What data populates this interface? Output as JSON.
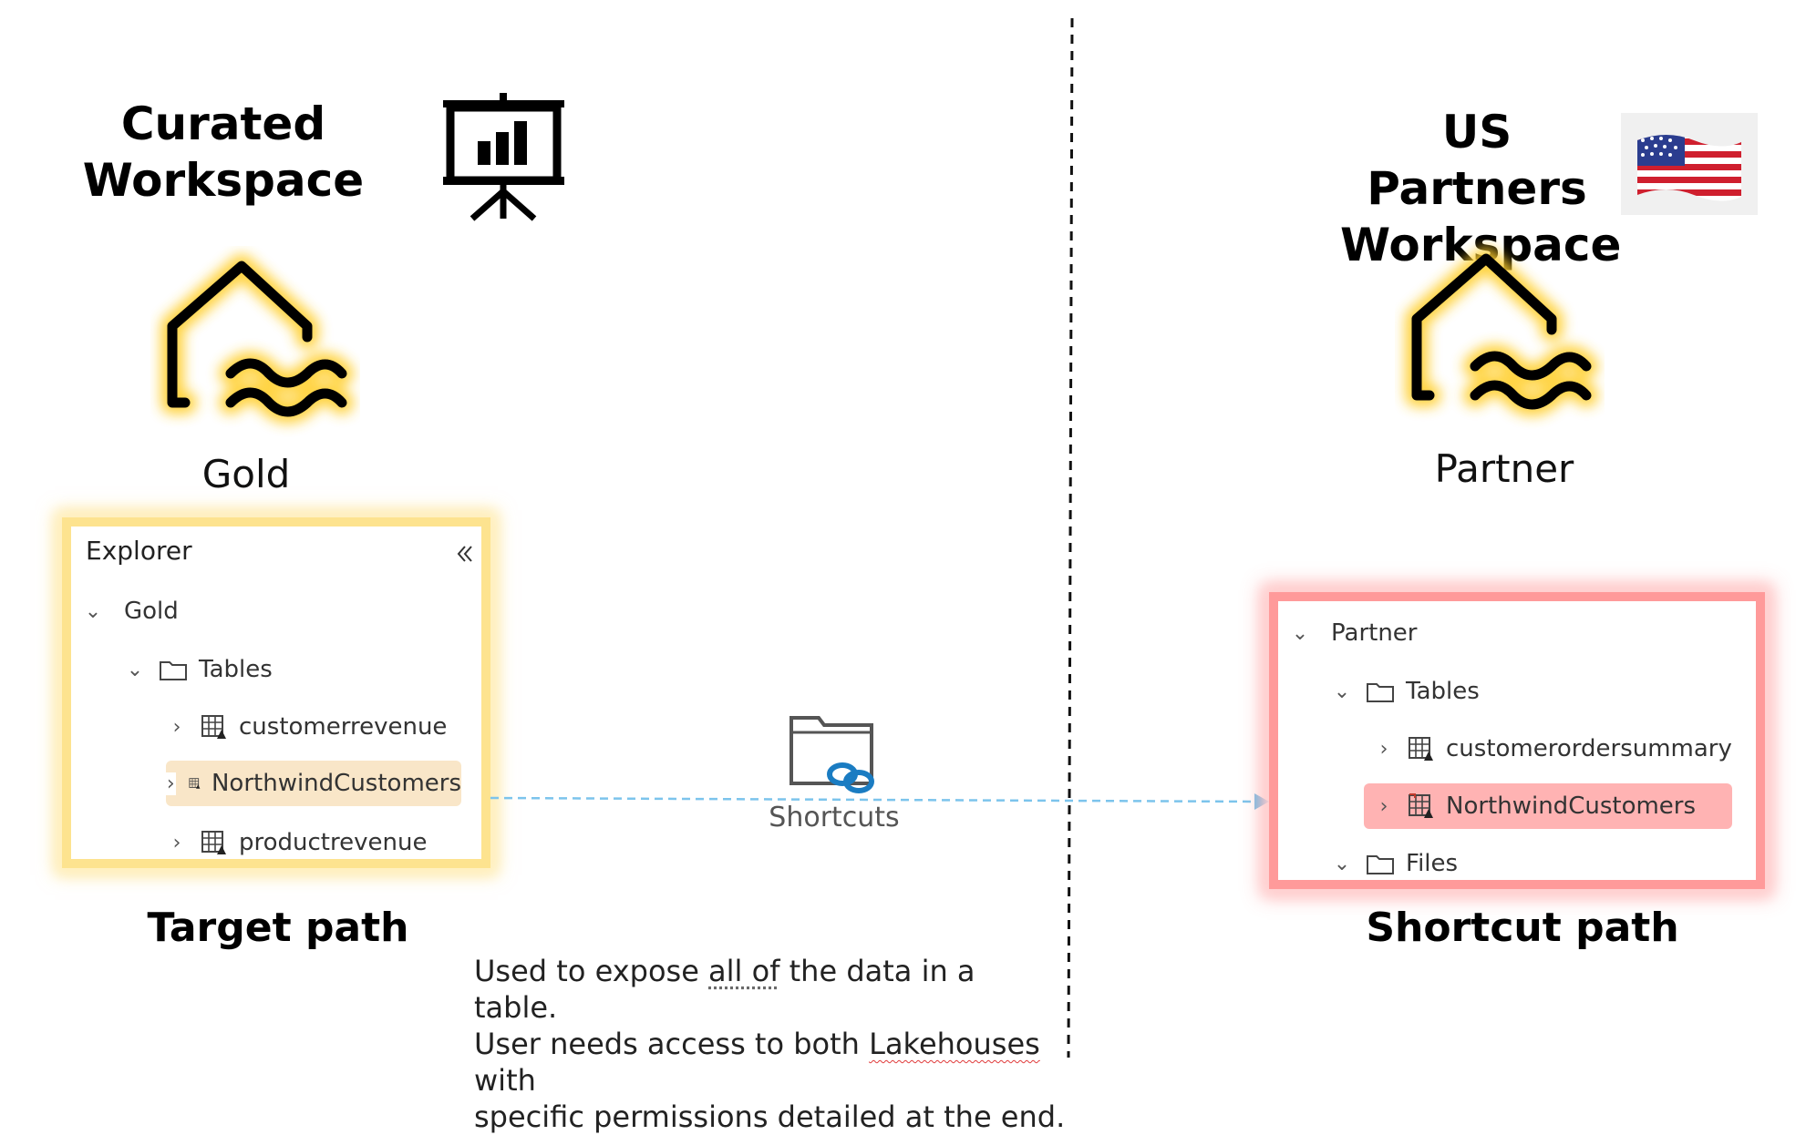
{
  "left": {
    "workspace_title_line1": "Curated",
    "workspace_title_line2": "Workspace",
    "lakehouse_name": "Gold",
    "explorer": {
      "title": "Explorer",
      "root": "Gold",
      "tables_folder": "Tables",
      "tables": [
        "customerrevenue",
        "NorthwindCustomers",
        "productrevenue"
      ]
    },
    "path_label": "Target path"
  },
  "right": {
    "workspace_title_line1": "US Partners",
    "workspace_title_line2": "Workspace",
    "lakehouse_name": "Partner",
    "explorer": {
      "root": "Partner",
      "tables_folder": "Tables",
      "tables": [
        "customerordersummary",
        "NorthwindCustomers"
      ],
      "files_folder": "Files"
    },
    "path_label": "Shortcut path"
  },
  "center": {
    "shortcut_label": "Shortcuts",
    "description": {
      "l1_a": "Used to expose ",
      "l1_b": "all of",
      "l1_c": " the data in a table.",
      "l2_a": "User needs access to both ",
      "l2_b": "Lakehouses",
      "l2_c": " with",
      "l3": "specific permissions detailed at the end."
    }
  },
  "colors": {
    "glow_gold": "#fde38f",
    "glow_red": "#ff9a9a",
    "highlight_gold": "#f9e6c8",
    "highlight_red": "#ffb3b3",
    "arrow": "#7cc4ec",
    "lakehouse_glow": "#ffd54a"
  }
}
